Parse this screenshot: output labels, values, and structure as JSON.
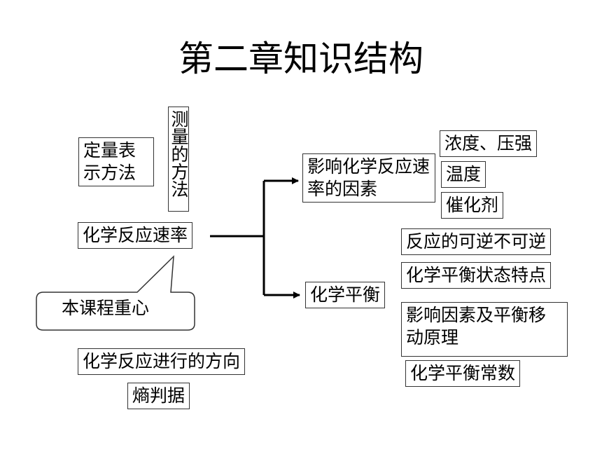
{
  "title": "第二章知识结构",
  "left": {
    "quantitative": "定量表示方法",
    "measurement": "测量的方法",
    "rate": "化学反应速率",
    "callout": "本课程重心",
    "direction": "化学反应进行的方向",
    "entropy": "熵判据"
  },
  "factors": {
    "title": "影响化学反应速率的因素",
    "items": [
      "浓度、压强",
      "温度",
      "催化剂"
    ]
  },
  "equilibrium": {
    "title": "化学平衡",
    "items": [
      "反应的可逆不可逆",
      "化学平衡状态特点",
      "影响因素及平衡移动原理",
      "化学平衡常数"
    ]
  }
}
